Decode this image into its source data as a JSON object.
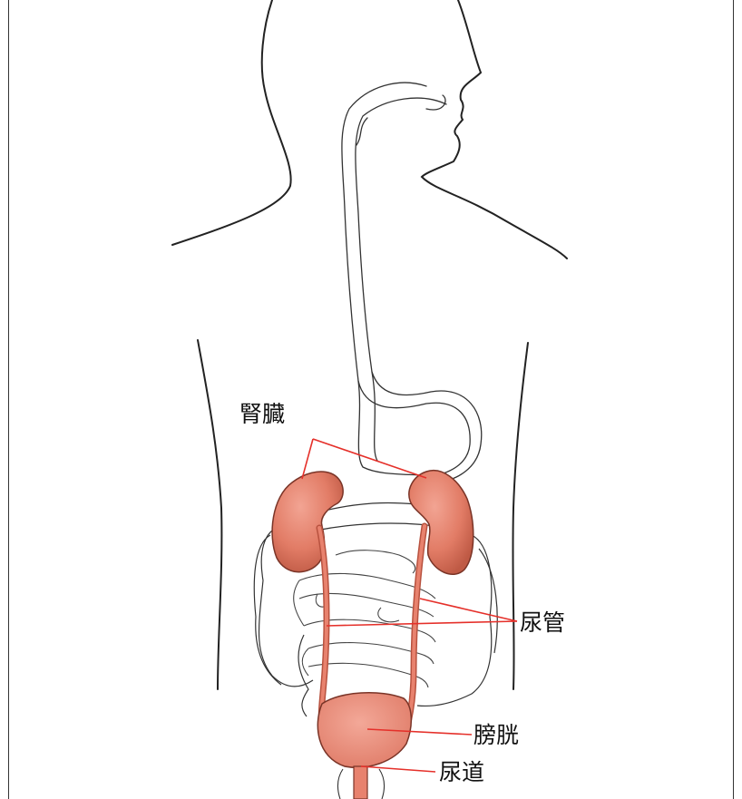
{
  "labels": {
    "kidney": "腎臓",
    "ureter": "尿管",
    "bladder": "膀胱",
    "urethra": "尿道"
  },
  "colors": {
    "organ_fill": "#e8826e",
    "organ_dark": "#b8523f",
    "leader_line": "#e5302a",
    "outline": "#222222"
  }
}
